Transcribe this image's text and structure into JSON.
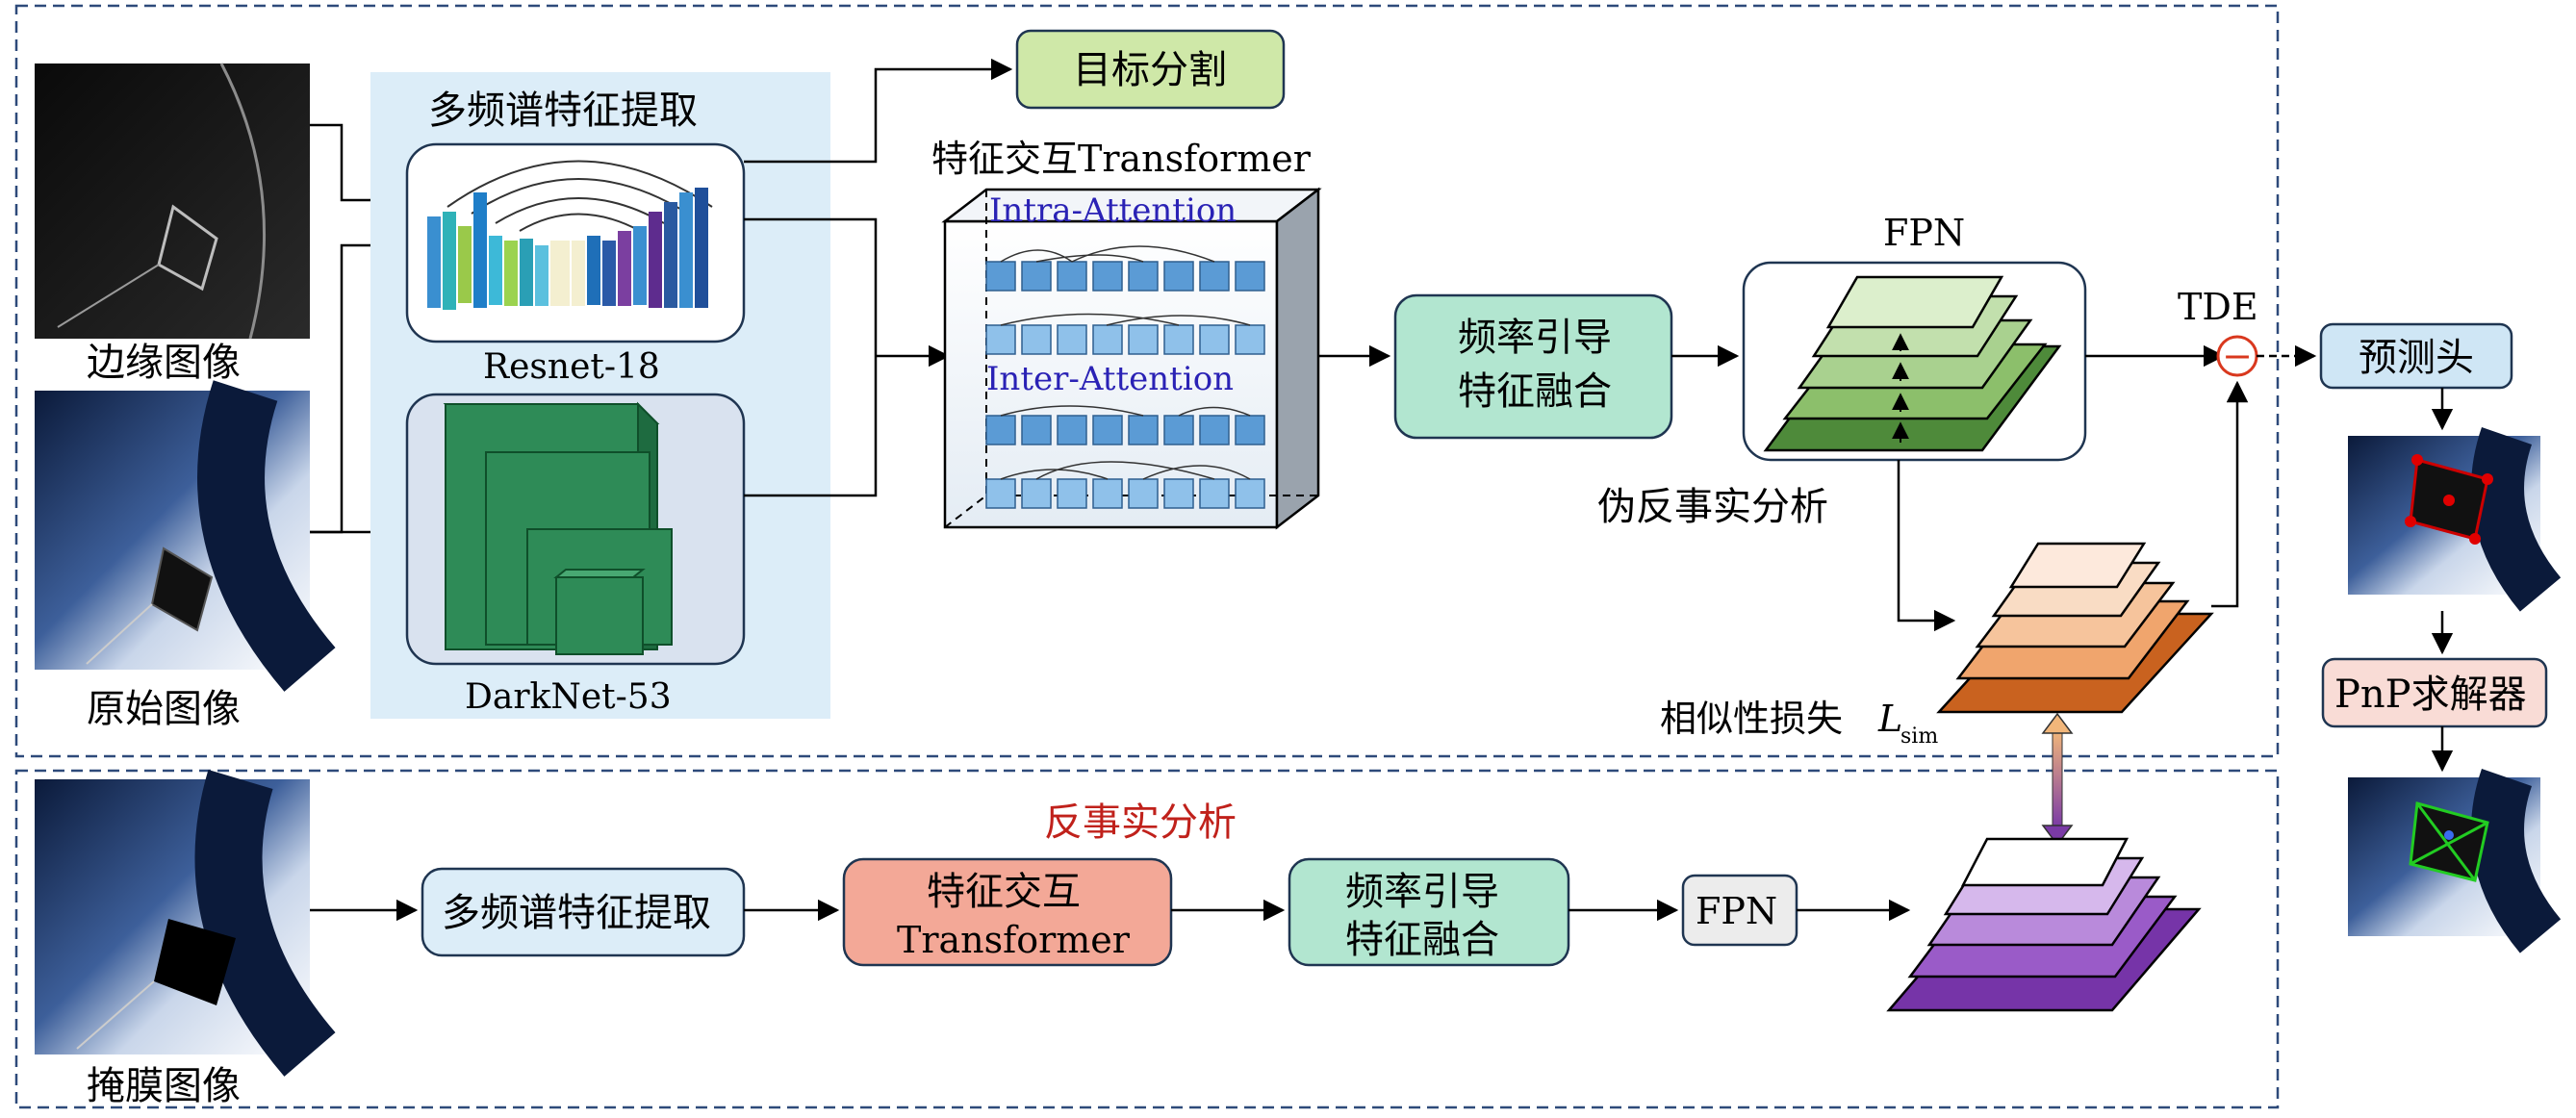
{
  "images": {
    "edge": "边缘图像",
    "original": "原始图像",
    "mask": "掩膜图像"
  },
  "extract": {
    "title": "多频谱特征提取",
    "resnet": "Resnet-18",
    "darknet": "DarkNet-53"
  },
  "segment": "目标分割",
  "transformer": {
    "title": "特征交互Transformer",
    "intra": "Intra-Attention",
    "inter": "Inter-Attention"
  },
  "fusion": {
    "line1": "频率引导",
    "line2": "特征融合"
  },
  "fpn": "FPN",
  "pseudo_cf": "伪反事实分析",
  "tde": "TDE",
  "tde_symbol": "−",
  "similarity": {
    "label": "相似性损失",
    "symbol": "L",
    "sub": "sim"
  },
  "head": "预测头",
  "pnp": "PnP求解器",
  "bottom": {
    "title": "反事实分析",
    "extract": "多频谱特征提取",
    "transformer_line1": "特征交互",
    "transformer_line2": "Transformer",
    "fusion_line1": "频率引导",
    "fusion_line2": "特征融合",
    "fpn": "FPN"
  },
  "colors": {
    "dashed_border": "#2e4a7a",
    "extract_bg": "#dcedf8",
    "segment_box": "#cfe8a8",
    "fusion_box": "#b2e6d0",
    "head_box": "#cfe6f5",
    "pnp_box": "#f9dcd6",
    "transformer_box": "#f3a897",
    "fpn_small_box": "#ececec",
    "attention_text": "#2a22b5",
    "counterfactual_title": "#c0211b",
    "tde_circle": "#d9381e",
    "green_stack": "#4e8a3a",
    "orange_stack": "#c9621f",
    "purple_stack": "#7634a8",
    "darknet_green": "#2e8b57"
  }
}
